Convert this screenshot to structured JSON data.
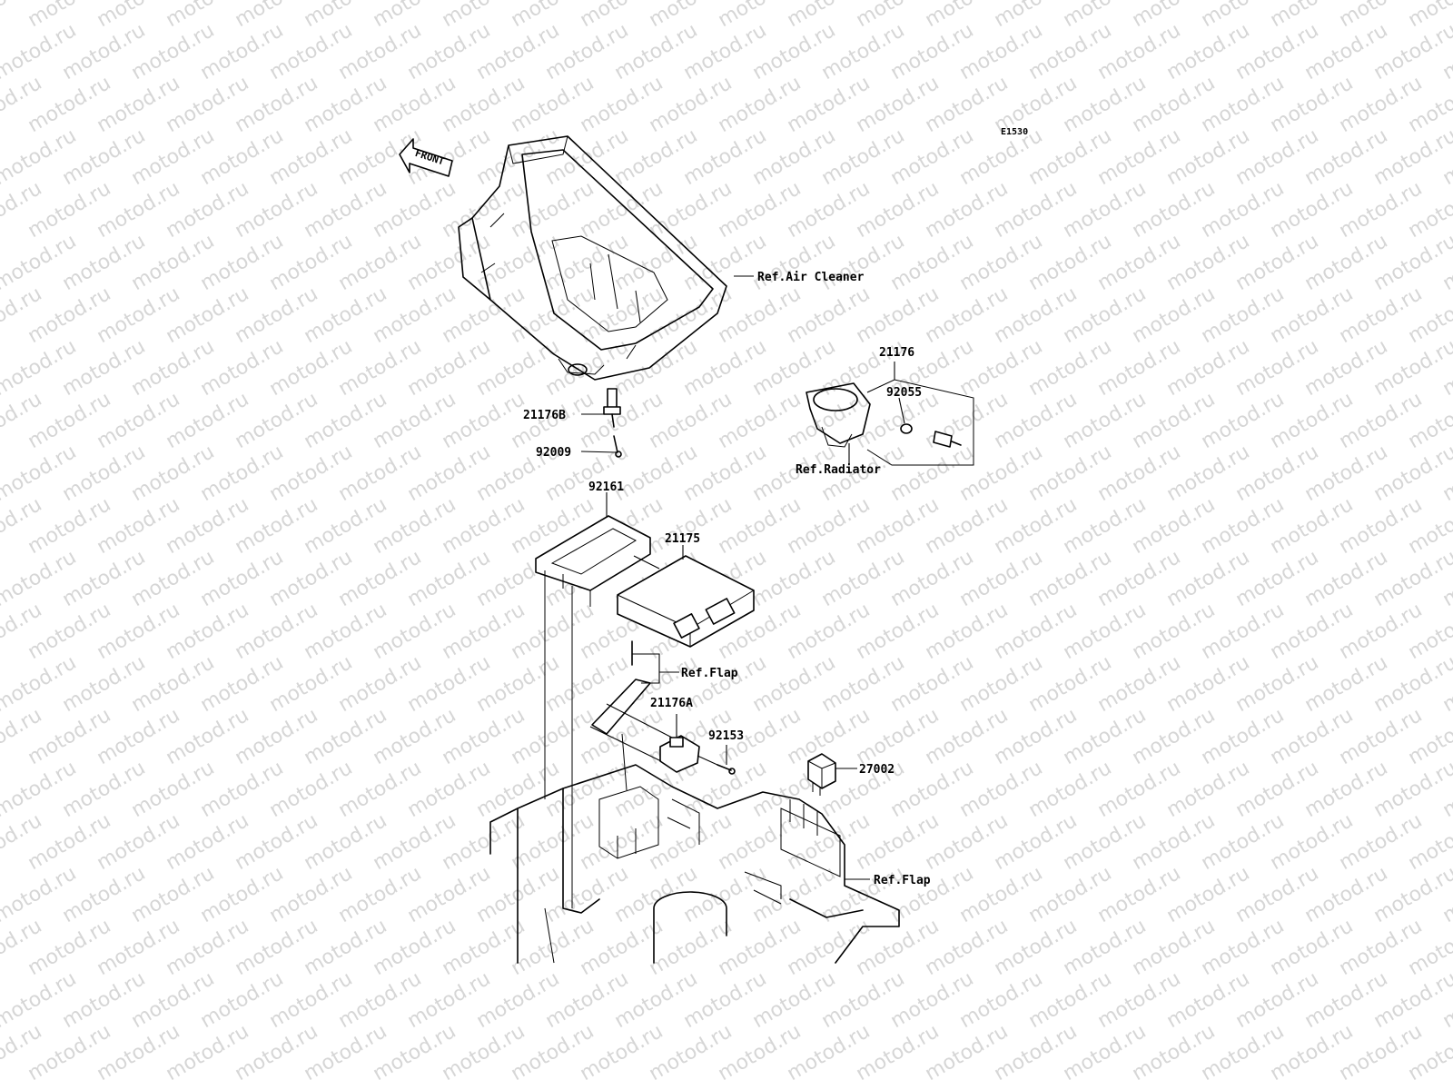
{
  "diagram": {
    "code": "E1530",
    "front_label": "FRONT",
    "watermark_text": "motod.ru",
    "labels": {
      "ref_air_cleaner": "Ref.Air Cleaner",
      "p21176": "21176",
      "p92055": "92055",
      "ref_radiator": "Ref.Radiator",
      "p21176b": "21176B",
      "p92009": "92009",
      "p92161": "92161",
      "p21175": "21175",
      "ref_flap_upper": "Ref.Flap",
      "p21176a": "21176A",
      "p92153": "92153",
      "p27002": "27002",
      "ref_flap_lower": "Ref.Flap"
    }
  }
}
